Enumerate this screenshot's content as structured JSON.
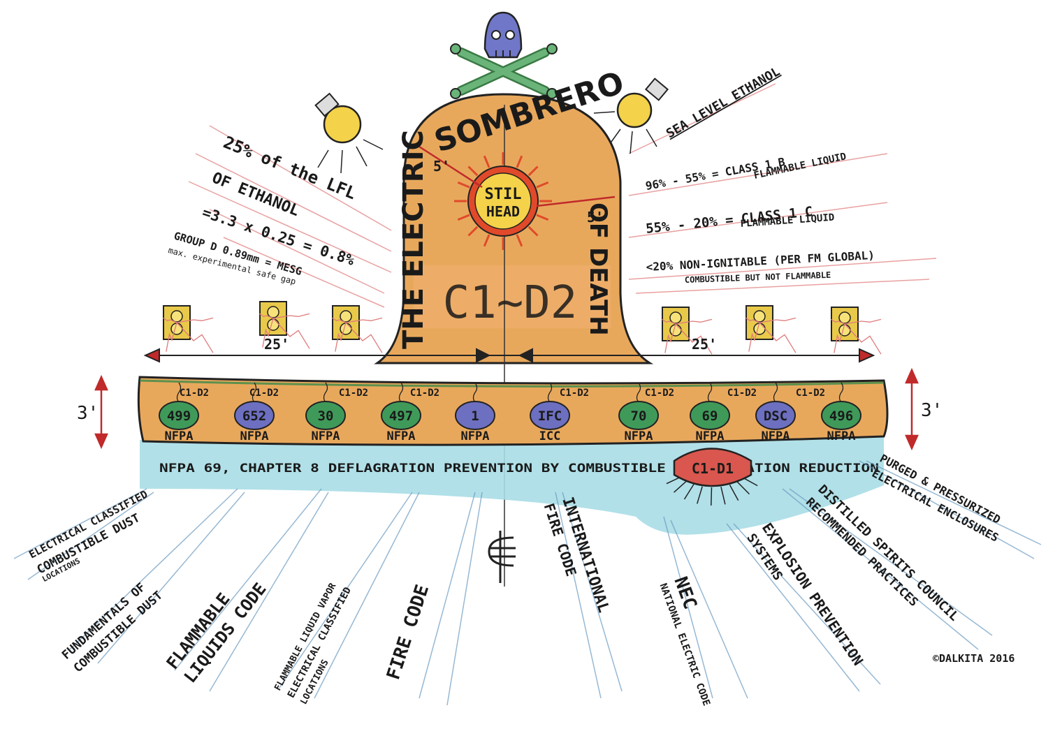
{
  "title": {
    "left": "THE ELECTRIC",
    "top": "SOMBRERO",
    "right": "OF DEATH"
  },
  "center": {
    "sun_line1": "STIL",
    "sun_line2": "HEAD",
    "dim_left": "5'",
    "dim_right": "5'",
    "zone": "C1~D2"
  },
  "dimensions": {
    "left_span": "25'",
    "right_span": "25'",
    "left_height": "3'",
    "right_height": "3'"
  },
  "left_notes": {
    "line1": "25% of the LFL",
    "line2": "OF ETHANOL",
    "line3": "=3.3 x 0.25 = 0.8%",
    "line4": "GROUP D 0.89mm = MESG",
    "line5": "max. experimental safe gap"
  },
  "right_notes": {
    "sea_level": "SEA LEVEL ETHANOL",
    "class1b_a": "96% - 55% = CLASS 1 B",
    "class1b_b": "FLAMMABLE LIQUID",
    "class1c_a": "55% - 20% = CLASS 1 C",
    "class1c_b": "FLAMMABLE LIQUID",
    "nonign_a": "<20% NON-IGNITABLE (PER FM GLOBAL)",
    "nonign_b": "COMBUSTIBLE BUT NOT FLAMMABLE"
  },
  "brim_labels": [
    "C1-D2",
    "C1-D2",
    "C1-D2",
    "C1-D2",
    "C1-D2",
    "C1-D2",
    "C1-D2",
    "C1-D2"
  ],
  "codes": [
    {
      "num": "499",
      "org": "NFPA",
      "color": "#3f9a5a"
    },
    {
      "num": "652",
      "org": "NFPA",
      "color": "#6d6fc0"
    },
    {
      "num": "30",
      "org": "NFPA",
      "color": "#3f9a5a"
    },
    {
      "num": "497",
      "org": "NFPA",
      "color": "#3f9a5a"
    },
    {
      "num": "1",
      "org": "NFPA",
      "color": "#6d6fc0"
    },
    {
      "num": "IFC",
      "org": "ICC",
      "color": "#6d6fc0"
    },
    {
      "num": "70",
      "org": "NFPA",
      "color": "#3f9a5a"
    },
    {
      "num": "69",
      "org": "NFPA",
      "color": "#3f9a5a"
    },
    {
      "num": "DSC",
      "org": "NFPA",
      "color": "#6d6fc0"
    },
    {
      "num": "496",
      "org": "NFPA",
      "color": "#3f9a5a"
    }
  ],
  "band_text": "NFPA 69, CHAPTER 8 DEFLAGRATION PREVENTION BY COMBUSTIBLE CONCENTRATION REDUCTION",
  "c1d1": "C1-D1",
  "fringe": [
    {
      "l1": "ELECTRICAL CLASSIFIED",
      "l2": "COMBUSTIBLE DUST",
      "l3": "LOCATIONS"
    },
    {
      "l1": "FUNDAMENTALS OF",
      "l2": "COMBUSTIBLE DUST",
      "l3": ""
    },
    {
      "l1": "FLAMMABLE",
      "l2": "LIQUIDS CODE",
      "l3": ""
    },
    {
      "l1": "FLAMMABLE LIQUID VAPOR",
      "l2": "ELECTRICAL CLASSIFIED",
      "l3": "LOCATIONS"
    },
    {
      "l1": "FIRE CODE",
      "l2": "",
      "l3": ""
    },
    {
      "l1": "INTERNATIONAL",
      "l2": "FIRE CODE",
      "l3": ""
    },
    {
      "l1": "NEC",
      "l2": "NATIONAL ELECTRIC CODE",
      "l3": ""
    },
    {
      "l1": "EXPLOSION PREVENTION",
      "l2": "SYSTEMS",
      "l3": ""
    },
    {
      "l1": "DISTILLED SPIRITS COUNCIL",
      "l2": "RECOMMENDED PRACTICES",
      "l3": ""
    },
    {
      "l1": "PURGED & PRESSURIZED",
      "l2": "ELECTRICAL ENCLOSURES",
      "l3": ""
    }
  ],
  "copyright": "©DALKITA 2016",
  "colors": {
    "hat": "#e8a85c",
    "hat_dark": "#d98a3a",
    "sun": "#f4d24a",
    "sun_ring": "#e04a2a",
    "band": "#a9dde6",
    "c1d1": "#d9574e",
    "skull": "#7077c8",
    "bones": "#55a96a",
    "outlet": "#e9c94a"
  }
}
